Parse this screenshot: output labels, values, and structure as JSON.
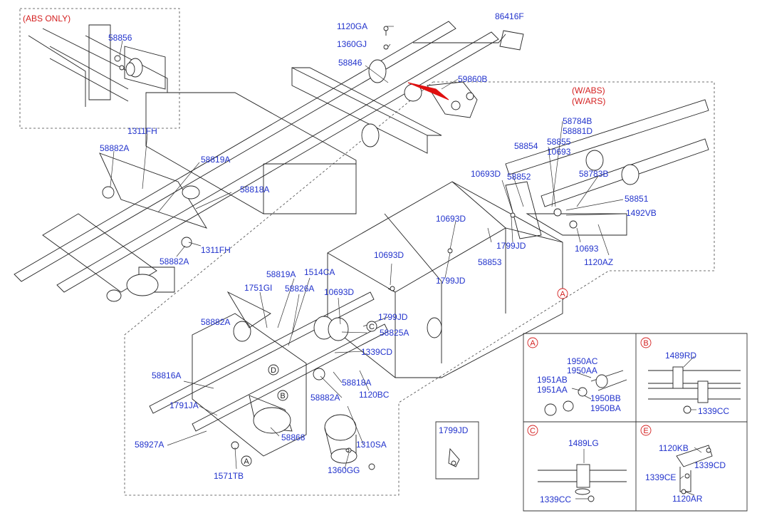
{
  "notes": {
    "abs_only": "(ABS ONLY)",
    "w_abs": "(W/ABS)",
    "w_ars": "(W/ARS)"
  },
  "parts": {
    "p58856": "58856",
    "p1120GA": "1120GA",
    "p1360GJ": "1360GJ",
    "p58846": "58846",
    "p86416F": "86416F",
    "p59860B": "59860B",
    "p1311FH_a": "1311FH",
    "p58882A_a": "58882A",
    "p58819A_a": "58819A",
    "p58818A_a": "58818A",
    "p1311FH_b": "1311FH",
    "p58882A_b": "58882A",
    "p58784B": "58784B",
    "p58881D": "58881D",
    "p58855": "58855",
    "p58854": "58854",
    "p10693_a": "10693",
    "p10693D_a": "10693D",
    "p58852": "58852",
    "p58783B": "58783B",
    "p58851": "58851",
    "p1492VB": "1492VB",
    "p10693D_b": "10693D",
    "p1799JD_a": "1799JD",
    "p58853": "58853",
    "p10693_b": "10693",
    "p1120AZ": "1120AZ",
    "p10693D_c": "10693D",
    "p1799JD_b": "1799JD",
    "p58819A_b": "58819A",
    "p1514CA": "1514CA",
    "p1751GI": "1751GI",
    "p58826A": "58826A",
    "p10693D_d": "10693D",
    "p58882A_c": "58882A",
    "p1799JD_c": "1799JD",
    "p58825A": "58825A",
    "p1339CD_a": "1339CD",
    "p58816A": "58816A",
    "p58818A_b": "58818A",
    "p58882A_d": "58882A",
    "p1120BC": "1120BC",
    "p1791JA": "1791JA",
    "p58868": "58868",
    "p58927A": "58927A",
    "p1310SA": "1310SA",
    "p1360GG": "1360GG",
    "p1571TB": "1571TB",
    "p1799JD_d": "1799JD"
  },
  "detail_a": {
    "letter": "A",
    "p1950AC": "1950AC",
    "p1950AA": "1950AA",
    "p1951AB": "1951AB",
    "p1951AA": "1951AA",
    "p1950BB": "1950BB",
    "p1950BA": "1950BA"
  },
  "detail_b": {
    "letter": "B",
    "p1489RD": "1489RD",
    "p1339CC": "1339CC"
  },
  "detail_c": {
    "letter": "C",
    "p1489LG": "1489LG",
    "p1339CC": "1339CC"
  },
  "detail_e": {
    "letter": "E",
    "p1120KB": "1120KB",
    "p1339CD": "1339CD",
    "p1339CE": "1339CE",
    "p1120AR": "1120AR"
  },
  "callouts": {
    "a1": "A",
    "a2": "A",
    "b1": "B",
    "c1": "C",
    "d1": "D"
  }
}
